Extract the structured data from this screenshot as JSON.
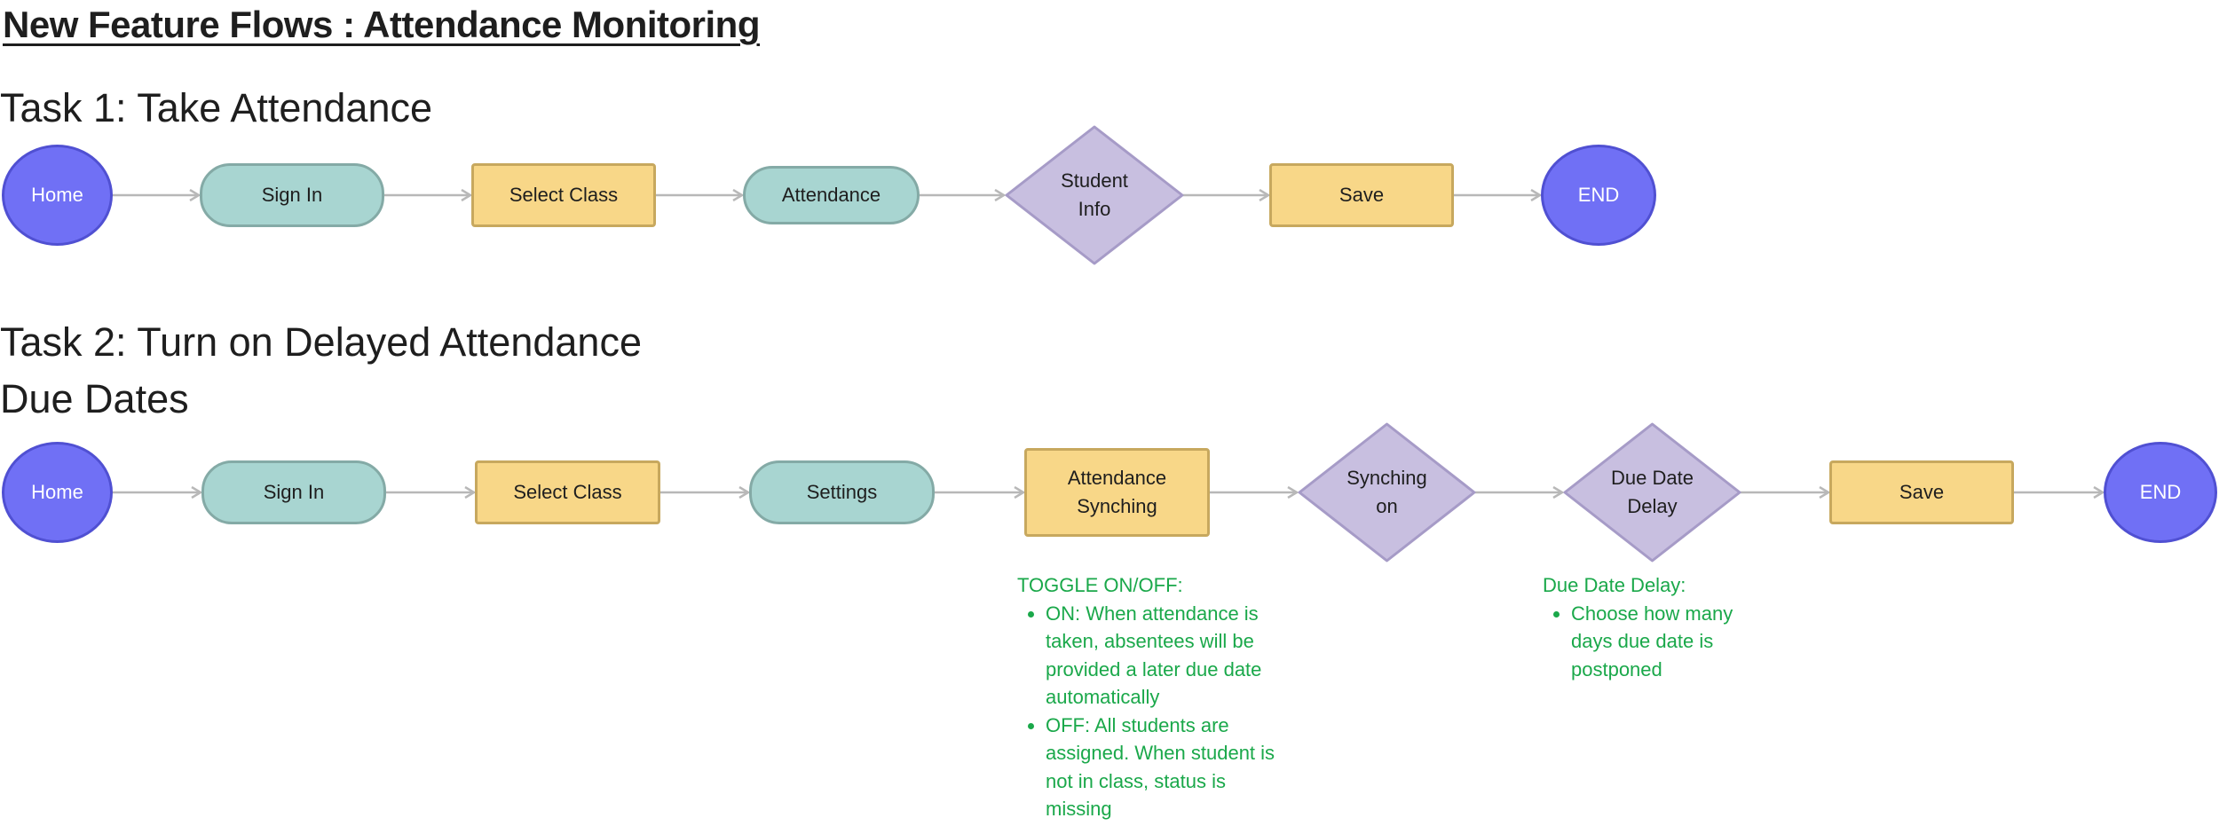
{
  "title": "New Feature Flows : Attendance Monitoring",
  "colors": {
    "terminal_fill": "#7070f5",
    "terminal_border": "#5050d2",
    "screen_fill": "#a8d5d1",
    "screen_border": "#84aaa6",
    "action_fill": "#f8d788",
    "action_border": "#c7a85e",
    "decision_fill": "#c8bfe0",
    "decision_border": "#a69bc7",
    "connector": "#b8b8b8",
    "note_text": "#1aa84a"
  },
  "task1": {
    "heading": "Task 1: Take Attendance",
    "nodes": [
      {
        "label": "Home",
        "shape": "terminal"
      },
      {
        "label": "Sign In",
        "shape": "screen"
      },
      {
        "label": "Select Class",
        "shape": "action"
      },
      {
        "label": "Attendance",
        "shape": "screen"
      },
      {
        "label": "Student\nInfo",
        "shape": "decision"
      },
      {
        "label": "Save",
        "shape": "action"
      },
      {
        "label": "END",
        "shape": "terminal"
      }
    ]
  },
  "task2": {
    "heading_line1": "Task 2: Turn on Delayed Attendance",
    "heading_line2": "Due Dates",
    "nodes": [
      {
        "label": "Home",
        "shape": "terminal"
      },
      {
        "label": "Sign In",
        "shape": "screen"
      },
      {
        "label": "Select Class",
        "shape": "action"
      },
      {
        "label": "Settings",
        "shape": "screen"
      },
      {
        "label": "Attendance\nSynching",
        "shape": "action"
      },
      {
        "label": "Synching\non",
        "shape": "decision"
      },
      {
        "label": "Due Date\nDelay",
        "shape": "decision"
      },
      {
        "label": "Save",
        "shape": "action"
      },
      {
        "label": "END",
        "shape": "terminal"
      }
    ],
    "notes": {
      "toggle": {
        "title": "TOGGLE ON/OFF:",
        "items": [
          "ON: When attendance is taken, absentees will be provided a later due date automatically",
          "OFF: All students are assigned.  When student is not in class, status is missing"
        ]
      },
      "due_date_delay": {
        "title": "Due Date Delay:",
        "items": [
          "Choose how many days due date is postponed"
        ]
      }
    }
  }
}
